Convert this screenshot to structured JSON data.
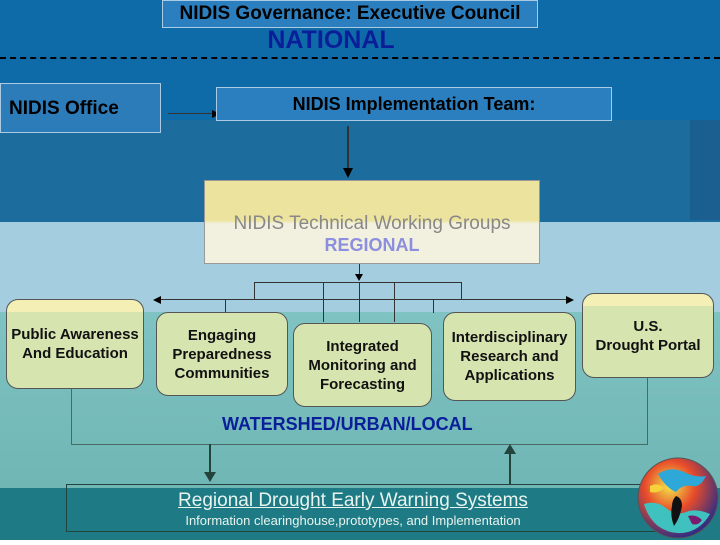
{
  "national": {
    "council_label": "NIDIS Governance: Executive Council",
    "level_label": "NATIONAL"
  },
  "office": {
    "label": "NIDIS Office"
  },
  "implementation_team": {
    "label": "NIDIS Implementation Team:"
  },
  "technical_groups": {
    "label": "NIDIS Technical Working Groups",
    "level_label": "REGIONAL"
  },
  "working_groups": [
    {
      "label": "Public Awareness\nAnd Education"
    },
    {
      "label": "Engaging\nPreparedness\nCommunities"
    },
    {
      "label": "Integrated\nMonitoring and\nForecasting"
    },
    {
      "label": "Interdisciplinary\nResearch and\nApplications"
    },
    {
      "label": "U.S.\nDrought Portal"
    }
  ],
  "local_level_label": "WATERSHED/URBAN/LOCAL",
  "rdews": {
    "title": "Regional Drought Early Warning Systems",
    "subtitle": "Information clearinghouse,prototypes, and Implementation"
  },
  "colors": {
    "national_band": "#0f6aa8",
    "level_text": "#0a1e9a",
    "group_box": "#d6e4b0"
  },
  "icons": {
    "globe": "sea-surface-temperature-globe-icon"
  }
}
